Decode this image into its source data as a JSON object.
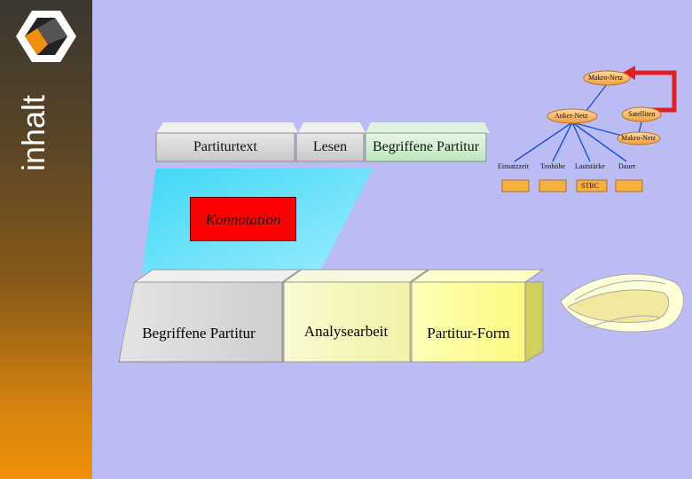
{
  "sidebar": {
    "title": "inhalt"
  },
  "tabs": [
    "Partiturtext",
    "Lesen",
    "Begriffene Partitur"
  ],
  "callout": {
    "label": "Konnotation"
  },
  "boxes": [
    "Begriffene Partitur",
    "Analysearbeit",
    "Partitur-Form"
  ],
  "tree": {
    "root": "Makro-Netz",
    "anker": "Anker-Netz",
    "satellit": "Satelliten",
    "makro2": "Makro-Netz",
    "leaves": [
      "Einsatzzeit",
      "Tonhöhe",
      "Lautstärke",
      "Dauer"
    ],
    "strc": "STRC"
  },
  "colors": {
    "accent": "#f0900a",
    "callout": "#ff0000",
    "arrow": "#e02020"
  }
}
